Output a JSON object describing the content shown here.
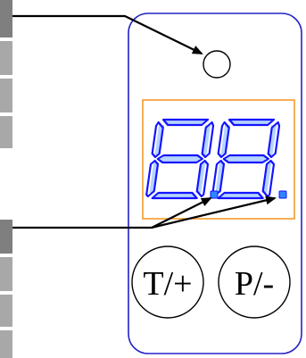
{
  "colors": {
    "panel_outline": "#2323c8",
    "display_frame": "#f39a2a",
    "segment_outline": "#1414ff",
    "segment_glow": "#2d86ff",
    "leader_line": "#000000",
    "side_tab": "#9a9a9a"
  },
  "display": {
    "digits": [
      "8",
      "8"
    ],
    "decimal_points": 2
  },
  "buttons": {
    "left_label": "T/+",
    "right_label": "P/-"
  },
  "indicator": {
    "shape": "circle"
  },
  "icons": {
    "leader_arrow": "arrow-head"
  }
}
